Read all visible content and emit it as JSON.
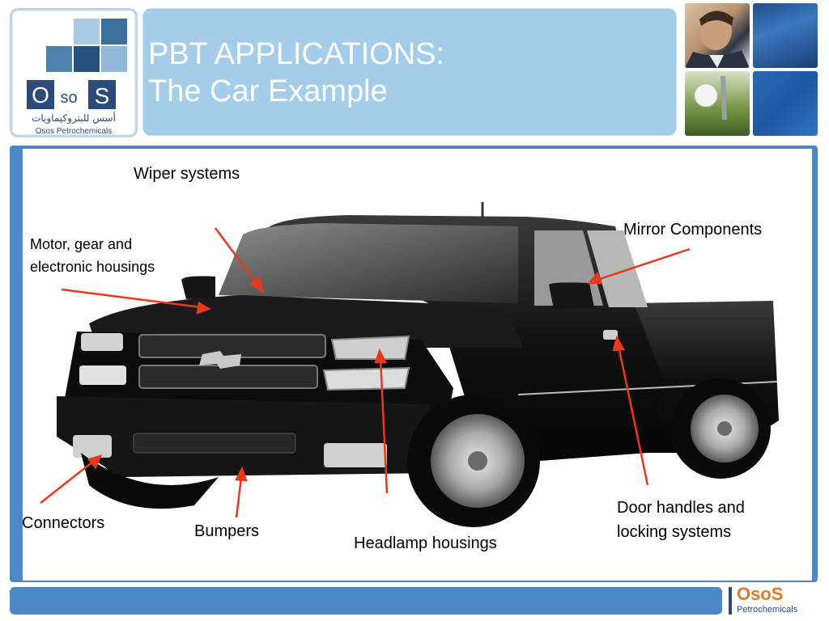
{
  "header": {
    "title_line1": "PBT APPLICATIONS:",
    "title_line2": "The Car Example"
  },
  "logo": {
    "word": "OsoS",
    "arabic": "أسس للبتروكيماويات",
    "english": "Osos Petrochemicals"
  },
  "labels": {
    "wiper": "Wiper systems",
    "motor_line1": "Motor, gear and",
    "motor_line2": "electronic housings",
    "mirror": "Mirror Components",
    "connectors": "Connectors",
    "bumpers": "Bumpers",
    "headlamp": "Headlamp housings",
    "door_line1": "Door handles and",
    "door_line2": "locking systems"
  },
  "footer": {
    "logo_word": "OsoS",
    "logo_sub": "Petrochemicals"
  },
  "colors": {
    "title_bar": "#a4cdea",
    "frame": "#4a88c7",
    "arrow": "#e8391d",
    "accent_orange": "#e07a2a"
  }
}
